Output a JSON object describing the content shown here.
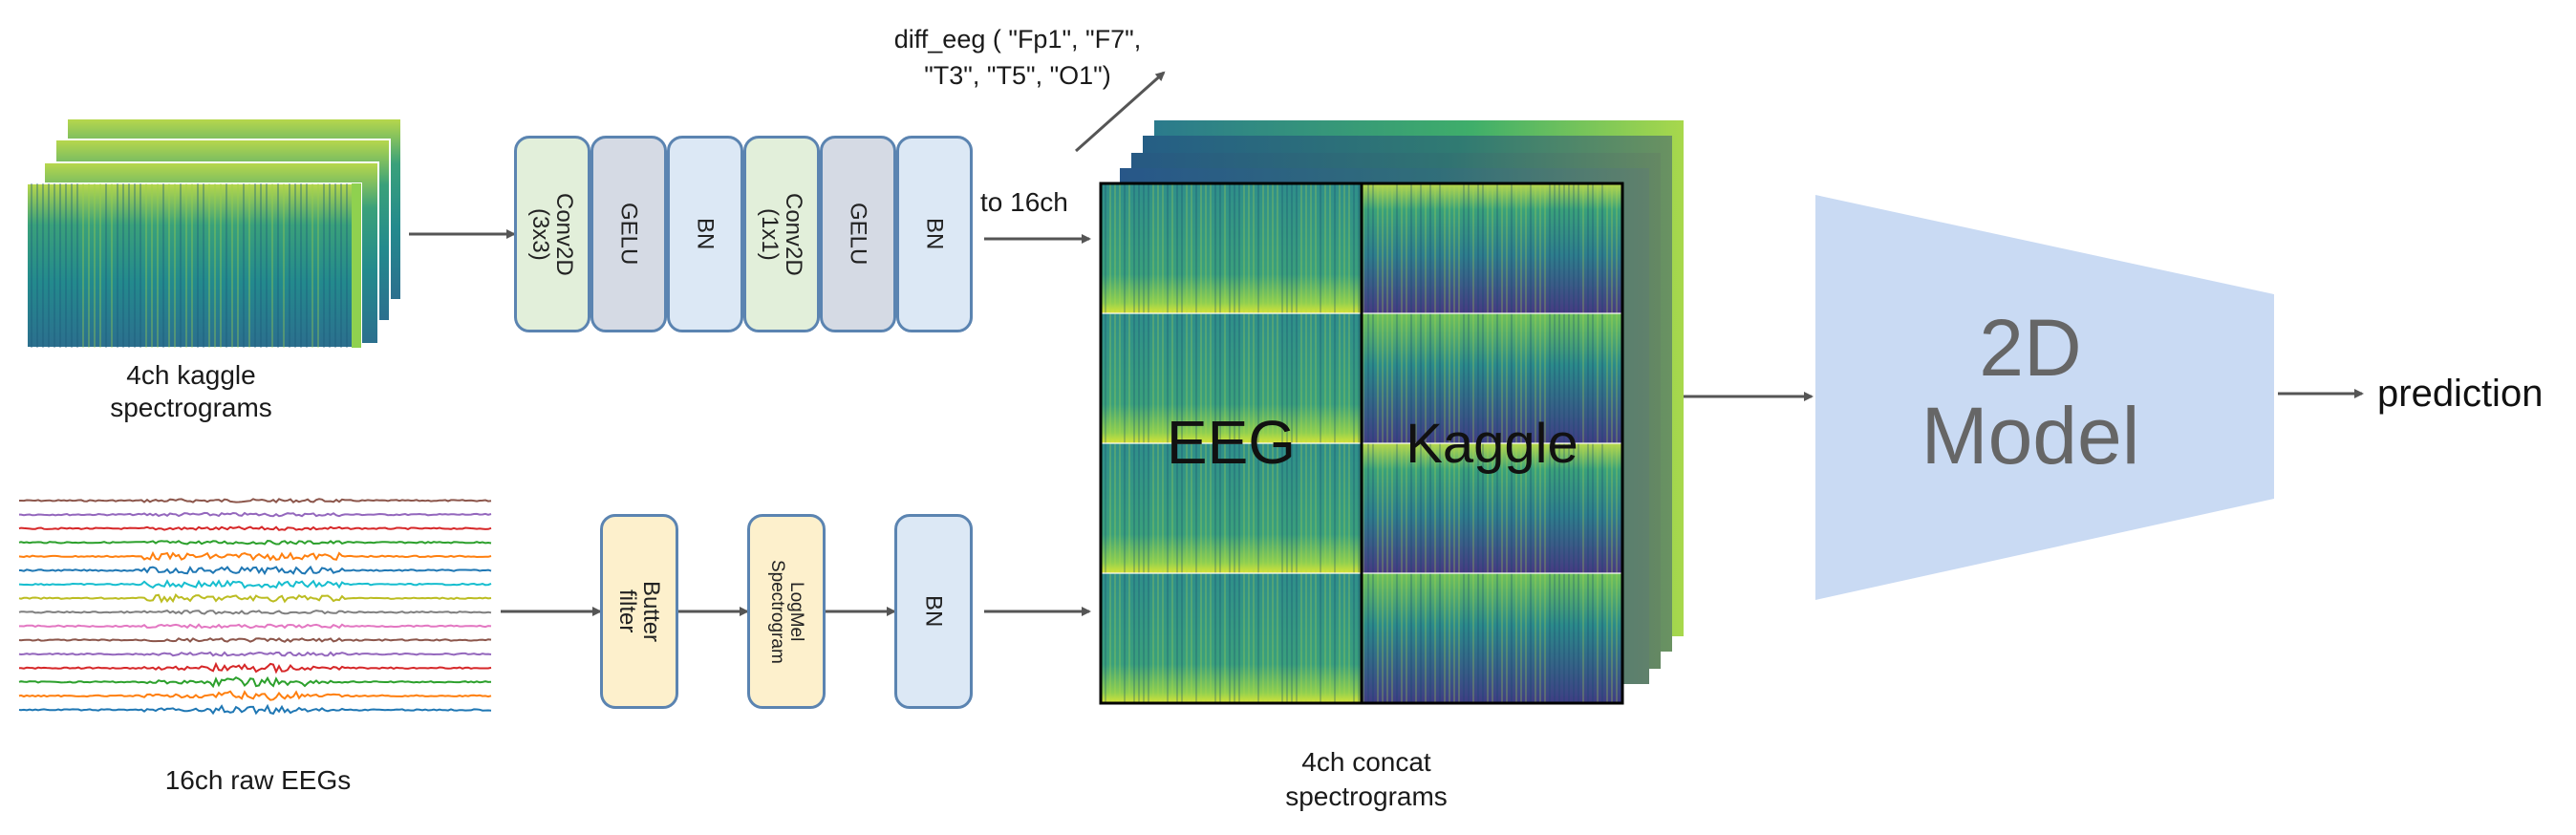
{
  "inputs": {
    "kaggle_label": "4ch kaggle\nspectrograms",
    "eeg_label": "16ch raw EEGs"
  },
  "top_branch": {
    "blocks": [
      "Conv2D\n(3x3)",
      "GELU",
      "BN",
      "Conv2D\n(1x1)",
      "GELU",
      "BN"
    ],
    "to16_label": "to 16ch",
    "diff_label": "diff_eeg ( \"Fp1\", \"F7\",\n\"T3\", \"T5\", \"O1\")"
  },
  "bottom_branch": {
    "blocks": [
      "Butter\nfilter",
      "LogMel\nSpectrogram",
      "BN"
    ]
  },
  "concat": {
    "eeg_label": "EEG",
    "kaggle_label": "Kaggle",
    "caption": "4ch concat\nspectrograms"
  },
  "model": {
    "label": "2D\nModel"
  },
  "output": {
    "label": "prediction"
  },
  "colors": {
    "conv": "#e2efda",
    "gelu": "#d5dae4",
    "bn": "#dce8f5",
    "butter": "#fdf0cc",
    "block_border": "#5b84b1",
    "model_fill": "#c9daf3",
    "model_text": "#666666",
    "arrow": "#555555",
    "trace_colors": [
      "#8c564b",
      "#9467bd",
      "#d62728",
      "#2ca02c",
      "#ff7f0e",
      "#1f77b4",
      "#17becf",
      "#bcbd22",
      "#7f7f7f",
      "#e377c2",
      "#8c564b",
      "#9467bd",
      "#d62728",
      "#2ca02c",
      "#ff7f0e",
      "#1f77b4"
    ]
  }
}
